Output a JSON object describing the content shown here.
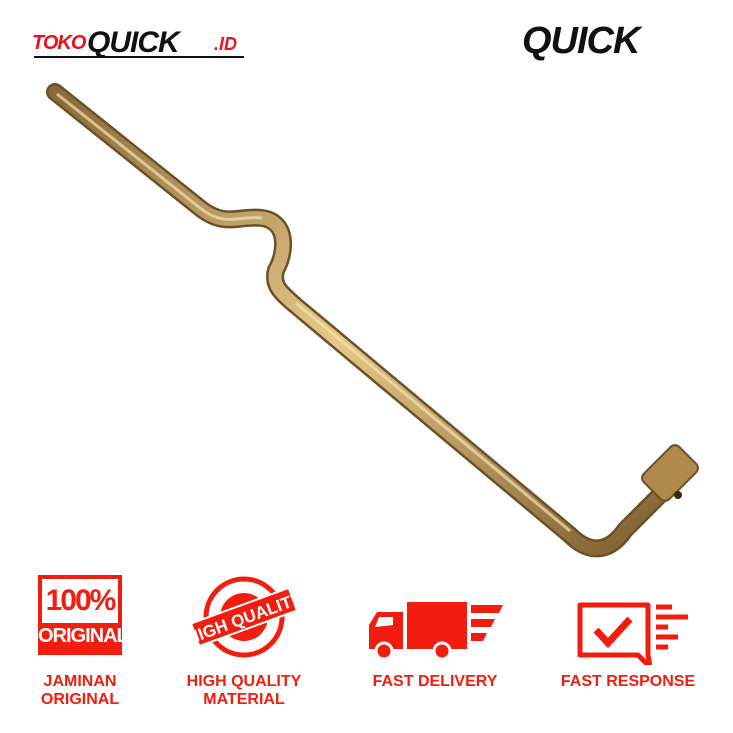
{
  "brand": {
    "toko": "TOKO",
    "quick": "QUICK",
    "domain": ".ID",
    "right_logo": "QUICK"
  },
  "colors": {
    "accent": "#f21d0f",
    "rod": "#c9a45c"
  },
  "badges": [
    {
      "icon": "original-badge-icon",
      "top": "100%",
      "bottom": "ORIGINAL",
      "label_1": "JAMINAN",
      "label_2": "ORIGINAL"
    },
    {
      "icon": "high-quality-stamp-icon",
      "stamp": "HIGH QUALITY",
      "label_1": "HIGH QUALITY",
      "label_2": "MATERIAL"
    },
    {
      "icon": "delivery-truck-icon",
      "label_1": "FAST DELIVERY"
    },
    {
      "icon": "chat-check-icon",
      "label_1": "FAST RESPONSE"
    }
  ]
}
